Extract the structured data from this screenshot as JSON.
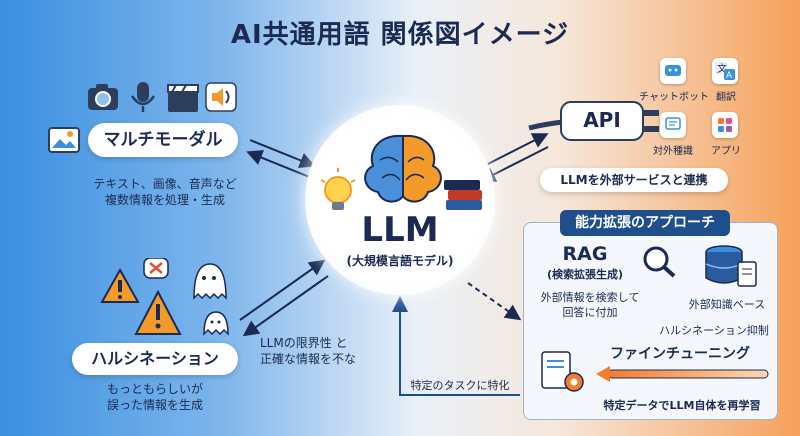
{
  "title": "AI共通用語 関係図イメージ",
  "center": {
    "name": "LLM",
    "subtitle": "(大規模言語モデル)"
  },
  "multimodal": {
    "label": "マルチモーダル",
    "desc": [
      "テキスト、画像、音声など",
      "複数情報を処理・生成"
    ]
  },
  "hallucination": {
    "label": "ハルシネーション",
    "desc": [
      "もっともらしいが",
      "誤った情報を生成"
    ],
    "arrow_note": [
      "LLMの限界性 と",
      "正確な情報を不な"
    ]
  },
  "api": {
    "label": "API",
    "desc": "LLMを外部サービスと連携",
    "apps": [
      "チャットボット",
      "翻訳",
      "対外種識",
      "アプリ"
    ]
  },
  "extension": {
    "header": "能力拡張のアプローチ",
    "rag": {
      "label": "RAG",
      "sub": "(検索拡張生成)",
      "desc": [
        "外部情報を検索して",
        "回答に付加"
      ],
      "kb": "外部知識ベース",
      "suppress": "ハルシネーション抑制"
    },
    "finetune": {
      "label": "ファインチューニング",
      "desc": "特定データでLLM自体を再学習",
      "note": "特定のタスクに特化"
    }
  },
  "colors": {
    "navy": "#1a2a52",
    "accent": "#1e4e8c",
    "warning": "#f39a2b",
    "orange": "#f47c2c",
    "blue": "#3a8fe0"
  }
}
